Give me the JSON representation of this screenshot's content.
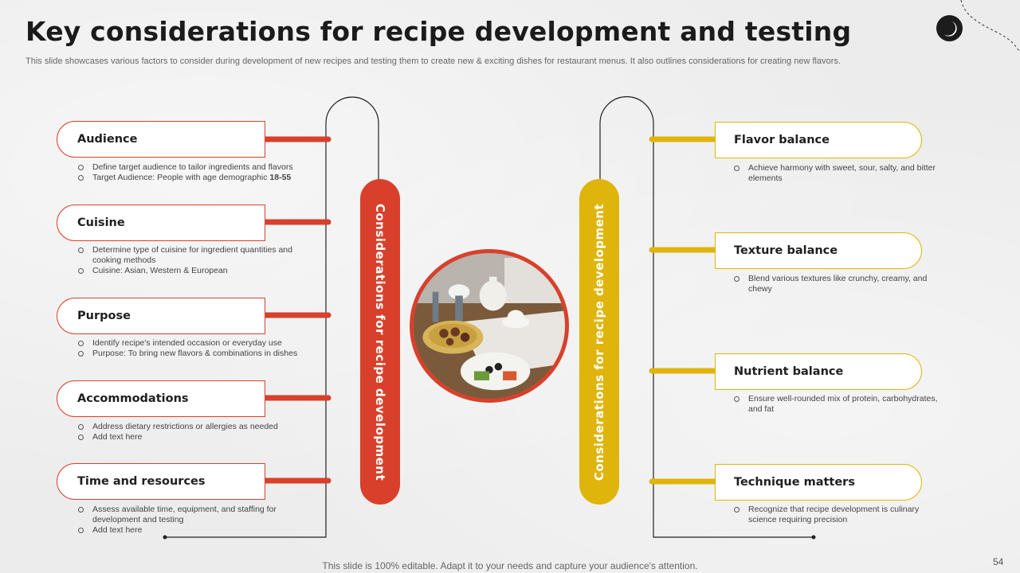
{
  "slide": {
    "title": "Key considerations for recipe development and testing",
    "subtitle": "This slide showcases various factors to consider during development of new recipes and testing them to create new & exciting dishes for restaurant menus. It also outlines considerations for creating new flavors.",
    "footer": "This slide is 100% editable. Adapt it to your needs and capture your audience's attention.",
    "page_number": "54"
  },
  "colors": {
    "accent_red": "#d9402b",
    "accent_yellow": "#dfb50c",
    "line": "#222222"
  },
  "icons": {
    "logo": "crescent-moon-logo"
  },
  "left_column": {
    "pill_label": "Considerations for recipe development",
    "items": [
      {
        "heading": "Audience",
        "bullets": [
          "Define target audience to tailor ingredients and flavors",
          "Target Audience: People  with age demographic "
        ],
        "bold_suffix": "18-55"
      },
      {
        "heading": "Cuisine",
        "bullets": [
          "Determine type of cuisine for ingredient quantities and cooking methods",
          "Cuisine:  Asian, Western & European"
        ]
      },
      {
        "heading": "Purpose",
        "bullets": [
          "Identify recipe's intended occasion or everyday use",
          "Purpose: To bring new flavors & combinations in dishes"
        ]
      },
      {
        "heading": "Accommodations",
        "bullets": [
          "Address dietary restrictions or allergies as needed",
          "Add text here"
        ]
      },
      {
        "heading": "Time and resources",
        "bullets": [
          "Assess available time,  equipment,  and staffing for development and testing",
          "Add text here"
        ]
      }
    ]
  },
  "right_column": {
    "pill_label": "Considerations for recipe development",
    "items": [
      {
        "heading": "Flavor balance",
        "bullets": [
          "Achieve harmony with sweet, sour, salty, and bitter elements"
        ]
      },
      {
        "heading": "Texture balance",
        "bullets": [
          "Blend various textures like crunchy, creamy, and chewy"
        ]
      },
      {
        "heading": "Nutrient balance",
        "bullets": [
          "Ensure well-rounded mix of protein, carbohydrates, and fat"
        ]
      },
      {
        "heading": "Technique matters",
        "bullets": [
          "Recognize that recipe development is culinary science requiring precision"
        ]
      }
    ]
  }
}
